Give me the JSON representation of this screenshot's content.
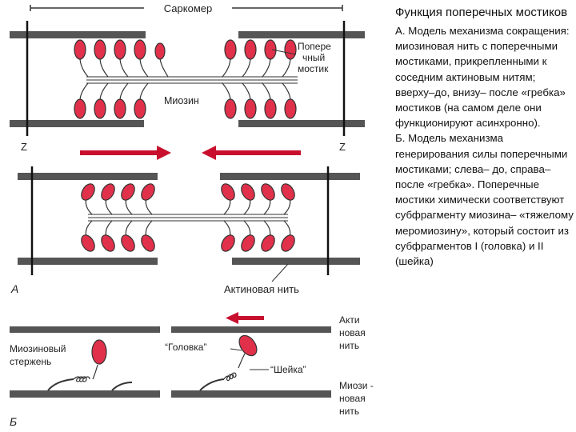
{
  "caption": {
    "title": "Функция поперечных мостиков",
    "paragraph_a": "А. Модель механизма сокращения: миозиновая нить с поперечными мостиками, прикрепленными к соседним актиновым нитям; вверху–до, внизу– после «гребка» мостиков (на самом деле они функционируют асинхронно).",
    "paragraph_b": "Б. Модель механизма генерирования силы поперечными мостиками; слева– до, справа– после «гребка». Поперечные мостики химически соответствуют субфрагменту миозина– «тяжелому меромиозину», который состоит из субфрагментов I (головка) и II (шейка)"
  },
  "labels": {
    "sarcomere": "Саркомер",
    "crossbridge_l1": "Попере",
    "crossbridge_l2": "чный",
    "crossbridge_l3": "мостик",
    "myosin": "Миозин",
    "z_left": "Z",
    "z_right": "Z",
    "panel_a": "A",
    "actin_filament": "Актиновая нить",
    "panel_b": "Б",
    "myosin_rod_l1": "Миозиновый",
    "myosin_rod_l2": "стержень",
    "head": "“Головка”",
    "neck": "“Шейка”",
    "actin_l1": "Акти",
    "actin_l2": "новая",
    "actin_l3": "нить",
    "myosin_fil_l1": "Миози -",
    "myosin_fil_l2": "новая",
    "myosin_fil_l3": "нить"
  },
  "colors": {
    "head_fill": "#e0304a",
    "arrow": "#c8102e",
    "filament": "#555555",
    "z_line": "#111111"
  }
}
